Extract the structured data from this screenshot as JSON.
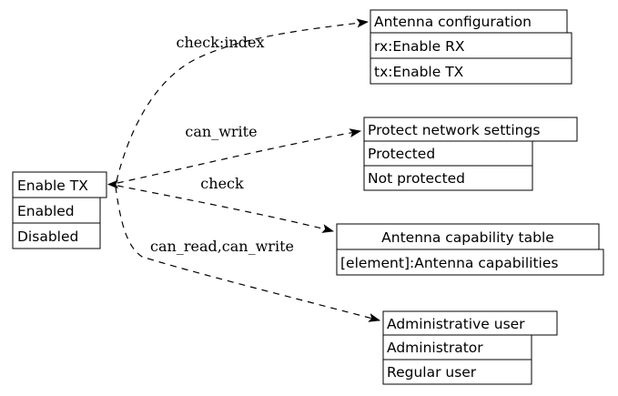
{
  "colors": {
    "background": "#ffffff",
    "line": "#000000",
    "text": "#000000"
  },
  "nodes": {
    "enable_tx": {
      "title": "Enable TX",
      "rows": [
        "Enabled",
        "Disabled"
      ]
    },
    "antenna_configuration": {
      "title": "Antenna configuration",
      "rows": [
        "rx:Enable RX",
        "tx:Enable TX"
      ]
    },
    "protect_network_settings": {
      "title": "Protect network settings",
      "rows": [
        "Protected",
        "Not protected"
      ]
    },
    "antenna_capability_table": {
      "title": "Antenna capability table",
      "rows": [
        "[element]:Antenna capabilities"
      ]
    },
    "administrative_user": {
      "title": "Administrative user",
      "rows": [
        "Administrator",
        "Regular user"
      ]
    }
  },
  "edges": [
    {
      "label": "check:index",
      "from": "Enable TX",
      "to": "Antenna configuration"
    },
    {
      "label": "can_write",
      "from": "Enable TX",
      "to": "Protect network settings"
    },
    {
      "label": "check",
      "from": "Enable TX",
      "to": "Antenna capability table"
    },
    {
      "label": "can_read,can_write",
      "from": "Enable TX",
      "to": "Administrative user"
    }
  ]
}
